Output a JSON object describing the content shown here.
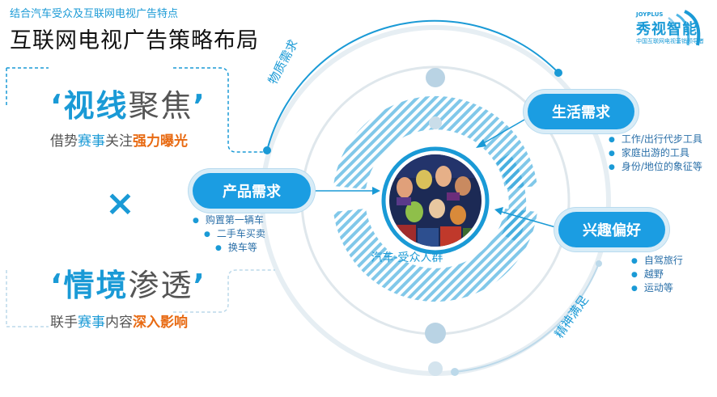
{
  "header": {
    "subtitle": "结合汽车受众及互联网电视广告特点",
    "title": "互联网电视广告策略布局"
  },
  "logo": {
    "en": "JOYPLUS",
    "cn": "秀视智能",
    "tagline": "中国互联网电视营销领导者"
  },
  "left_panel": {
    "focus": {
      "quote_open": "‘",
      "strong": "视线",
      "rest": "聚焦",
      "quote_close": "’",
      "tag_plain": "借势",
      "tag_blue": "赛事",
      "tag_plain2": "关注",
      "tag_hl": "强力曝光"
    },
    "cross": "×",
    "immerse": {
      "quote_open": "‘",
      "strong": "情境",
      "rest": "渗透",
      "quote_close": "’",
      "tag_plain": "联手",
      "tag_blue": "赛事",
      "tag_plain2": "内容",
      "tag_hl": "深入影响"
    }
  },
  "diagram": {
    "center_label": "汽车-受众人群",
    "arc_top_label": "物质需求",
    "arc_bottom_label": "精神满足",
    "nodes": {
      "product": {
        "label": "产品需求",
        "items": [
          "购置第一辆车",
          "二手车买卖",
          "换车等"
        ]
      },
      "life": {
        "label": "生活需求",
        "items": [
          "工作/出行代步工具",
          "家庭出游的工具",
          "身份/地位的象征等"
        ]
      },
      "interest": {
        "label": "兴趣偏好",
        "items": [
          "自驾旅行",
          "越野",
          "运动等"
        ]
      }
    }
  },
  "colors": {
    "accent": "#1a9ad6",
    "highlight": "#e86a12",
    "pill": "#1b9de2"
  }
}
